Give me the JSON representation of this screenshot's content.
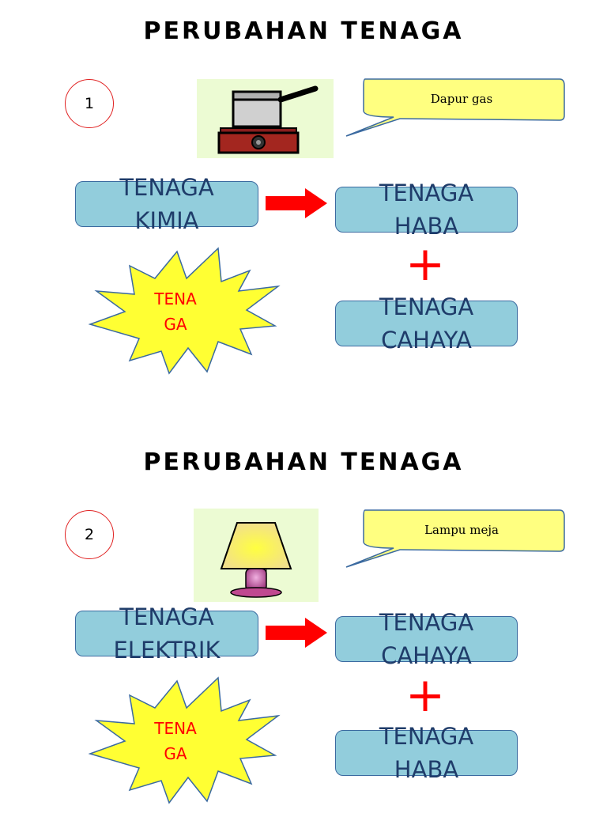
{
  "sections": [
    {
      "title": "PERUBAHAN TENAGA",
      "number": "1",
      "callout": "Dapur gas",
      "source": "TENAGA\nKIMIA",
      "outputs": [
        "TENAGA\nHABA",
        "TENAGA\nCAHAYA"
      ],
      "plus": "+",
      "burst": "TENA\nGA"
    },
    {
      "title": "PERUBAHAN TENAGA",
      "number": "2",
      "callout": "Lampu meja",
      "source": "TENAGA\nELEKTRIK",
      "outputs": [
        "TENAGA\nCAHAYA",
        "TENAGA\nHABA"
      ],
      "plus": "+",
      "burst": "TENA\nGA"
    }
  ],
  "colors": {
    "box_fill": "#92cddc",
    "box_border": "#3b6aa0",
    "box_text": "#1f3c6a",
    "arrow": "#ff0000",
    "burst_fill": "#ffff33",
    "callout_fill": "#ffff80",
    "picture_bg": "#ecfbd3"
  },
  "icons": [
    "gas-stove-icon",
    "table-lamp-icon"
  ]
}
